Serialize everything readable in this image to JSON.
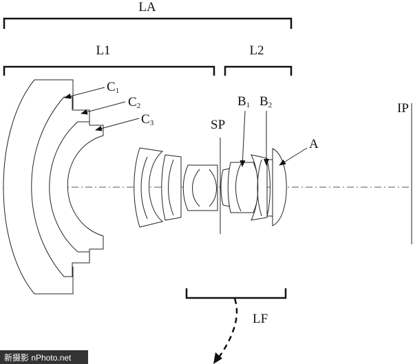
{
  "labels": {
    "la": "LA",
    "l1": "L1",
    "l2": "L2",
    "c1": "C",
    "c1_sub": "1",
    "c2": "C",
    "c2_sub": "2",
    "c3": "C",
    "c3_sub": "3",
    "sp": "SP",
    "b1": "B",
    "b1_sub": "1",
    "b2": "B",
    "b2_sub": "2",
    "a": "A",
    "ip": "IP",
    "lf": "LF"
  },
  "watermark": "新摄影 nPhoto.net",
  "colors": {
    "line": "#222222",
    "background": "#ffffff",
    "watermark_bg": "#333333"
  }
}
